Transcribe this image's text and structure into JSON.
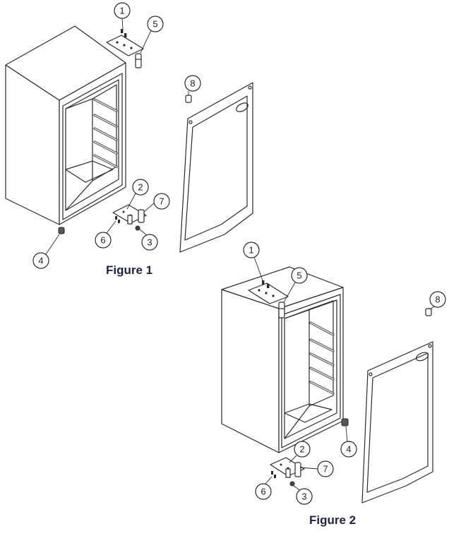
{
  "figures": [
    {
      "caption": "Figure 1",
      "callouts": [
        "1",
        "2",
        "3",
        "4",
        "5",
        "6",
        "7",
        "8"
      ]
    },
    {
      "caption": "Figure 2",
      "callouts": [
        "1",
        "2",
        "3",
        "4",
        "5",
        "6",
        "7",
        "8"
      ]
    }
  ],
  "colors": {
    "line": "#2a2a2a",
    "caption": "#1d2340",
    "background": "#ffffff"
  }
}
